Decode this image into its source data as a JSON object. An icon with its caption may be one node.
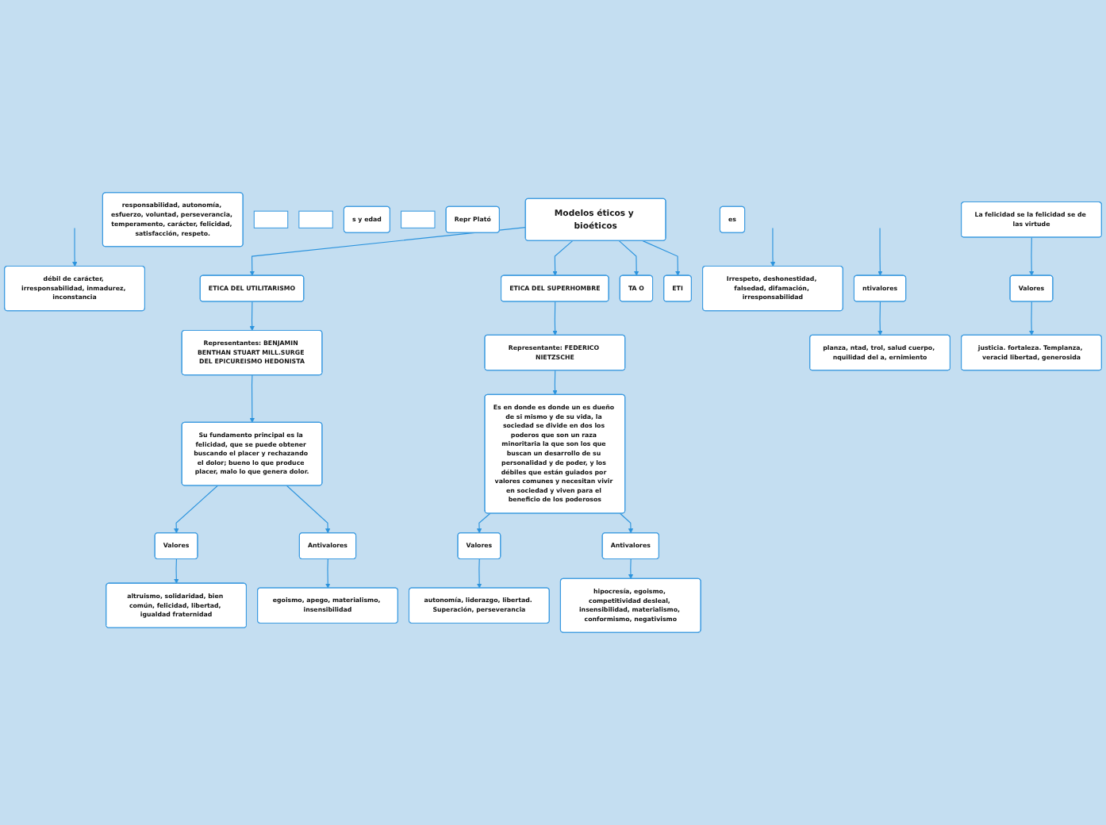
{
  "diagram": {
    "nodes": [
      {
        "text": [
          "Modelos éticos y bioéticos"
        ]
      },
      {
        "text": [
          "ETICA DEL UTILITARISMO"
        ]
      },
      {
        "text": [
          "Representantes: BENJAMIN BENTHAN STUART MILL.SURGE DEL EPICUREISMO HEDONISTA"
        ]
      },
      {
        "text": [
          "Su fundamento principal es la felicidad, que se puede obtener buscando el placer y rechazando el dolor; bueno lo que produce placer, malo lo que genera dolor."
        ]
      },
      {
        "text": [
          "Valores"
        ]
      },
      {
        "text": [
          "altruismo, solidaridad, bien común, felicidad, libertad, igualdad fraternidad"
        ]
      },
      {
        "text": [
          "Antivalores"
        ]
      },
      {
        "text": [
          "egoismo, apego, materialismo, insensibilidad"
        ]
      },
      {
        "text": [
          "ETICA DEL SUPERHOMBRE"
        ]
      },
      {
        "text": [
          "Representante: FEDERICO NIETZSCHE"
        ]
      },
      {
        "text": [
          "Es en donde es donde un es dueño de si mismo y de su vida, la sociedad se divide en dos los poderos que son un raza minoritaria la que son los que buscan un desarrollo de su personalidad y de poder, y los débiles que están guiados por valores comunes y necesitan vivir en sociedad y viven para el beneficio de los poderosos"
        ]
      },
      {
        "text": [
          "Valores"
        ]
      },
      {
        "text": [
          "autonomía, liderazgo, libertad. Superación, perseverancia"
        ]
      },
      {
        "text": [
          "Antivalores"
        ]
      },
      {
        "text": [
          "hipocresía, egoismo, competitividad desleal, insensibilidad, materialismo, conformismo, negativismo"
        ]
      },
      {
        "text": [
          "responsabilidad, autonomía, esfuerzo, voluntad, perseverancia, temperamento, carácter, felicidad, satisfacción, respeto."
        ]
      },
      {
        "text": [
          "débil de carácter, irresponsabilidad, inmadurez, inconstancia"
        ]
      },
      {
        "text": [
          "Irrespeto, deshonestidad, falsedad, difamación, irresponsabilidad"
        ]
      },
      {
        "text": [
          "TA O"
        ]
      },
      {
        "text": [],
        "shape": "box"
      },
      {
        "text": [],
        "shape": "box"
      },
      {
        "text": [
          "s y edad"
        ]
      },
      {
        "text": [
          "ntivalores"
        ]
      },
      {
        "text": [
          "planza, ntad, trol, salud cuerpo, nquilidad del a, ernimiento"
        ]
      },
      {
        "text": [
          "ETI"
        ]
      },
      {
        "text": [],
        "shape": "box"
      },
      {
        "text": [
          "Repr Plató"
        ]
      },
      {
        "text": [
          "La felicidad se la felicidad se de las virtude"
        ]
      },
      {
        "text": [
          "Valores"
        ]
      },
      {
        "text": [
          "justicia. fortaleza. Templanza, veracid libertad, generosida"
        ]
      },
      {
        "text": [
          "es"
        ]
      }
    ],
    "edges": [
      {
        "from": 0,
        "to": 1,
        "arrow": "to"
      },
      {
        "from": 0,
        "to": 8,
        "arrow": "to"
      },
      {
        "from": 0,
        "to": 18,
        "arrow": "to"
      },
      {
        "from": 0,
        "to": 24,
        "arrow": "to"
      },
      {
        "from": 1,
        "to": 2,
        "arrow": "to"
      },
      {
        "from": 2,
        "to": 3,
        "arrow": "to"
      },
      {
        "from": 3,
        "to": 4,
        "arrow": "to"
      },
      {
        "from": 3,
        "to": 6,
        "arrow": "to"
      },
      {
        "from": 4,
        "to": 5,
        "arrow": "to"
      },
      {
        "from": 6,
        "to": 7,
        "arrow": "to"
      },
      {
        "from": 8,
        "to": 9,
        "arrow": "to"
      },
      {
        "from": 9,
        "to": 10,
        "arrow": "to"
      },
      {
        "from": 10,
        "to": 11,
        "arrow": "to"
      },
      {
        "from": 10,
        "to": 13,
        "arrow": "to"
      },
      {
        "from": 11,
        "to": 12,
        "arrow": "to"
      },
      {
        "from": 13,
        "to": 14,
        "arrow": "to"
      },
      {
        "from": null,
        "to": 16,
        "arrow": "to"
      },
      {
        "from": null,
        "to": 17,
        "arrow": "to"
      },
      {
        "from": null,
        "to": 22,
        "arrow": "to"
      },
      {
        "from": 22,
        "to": 23,
        "arrow": "to"
      },
      {
        "from": 27,
        "to": 28,
        "arrow": "to"
      },
      {
        "from": 28,
        "to": 29,
        "arrow": "to"
      }
    ]
  }
}
